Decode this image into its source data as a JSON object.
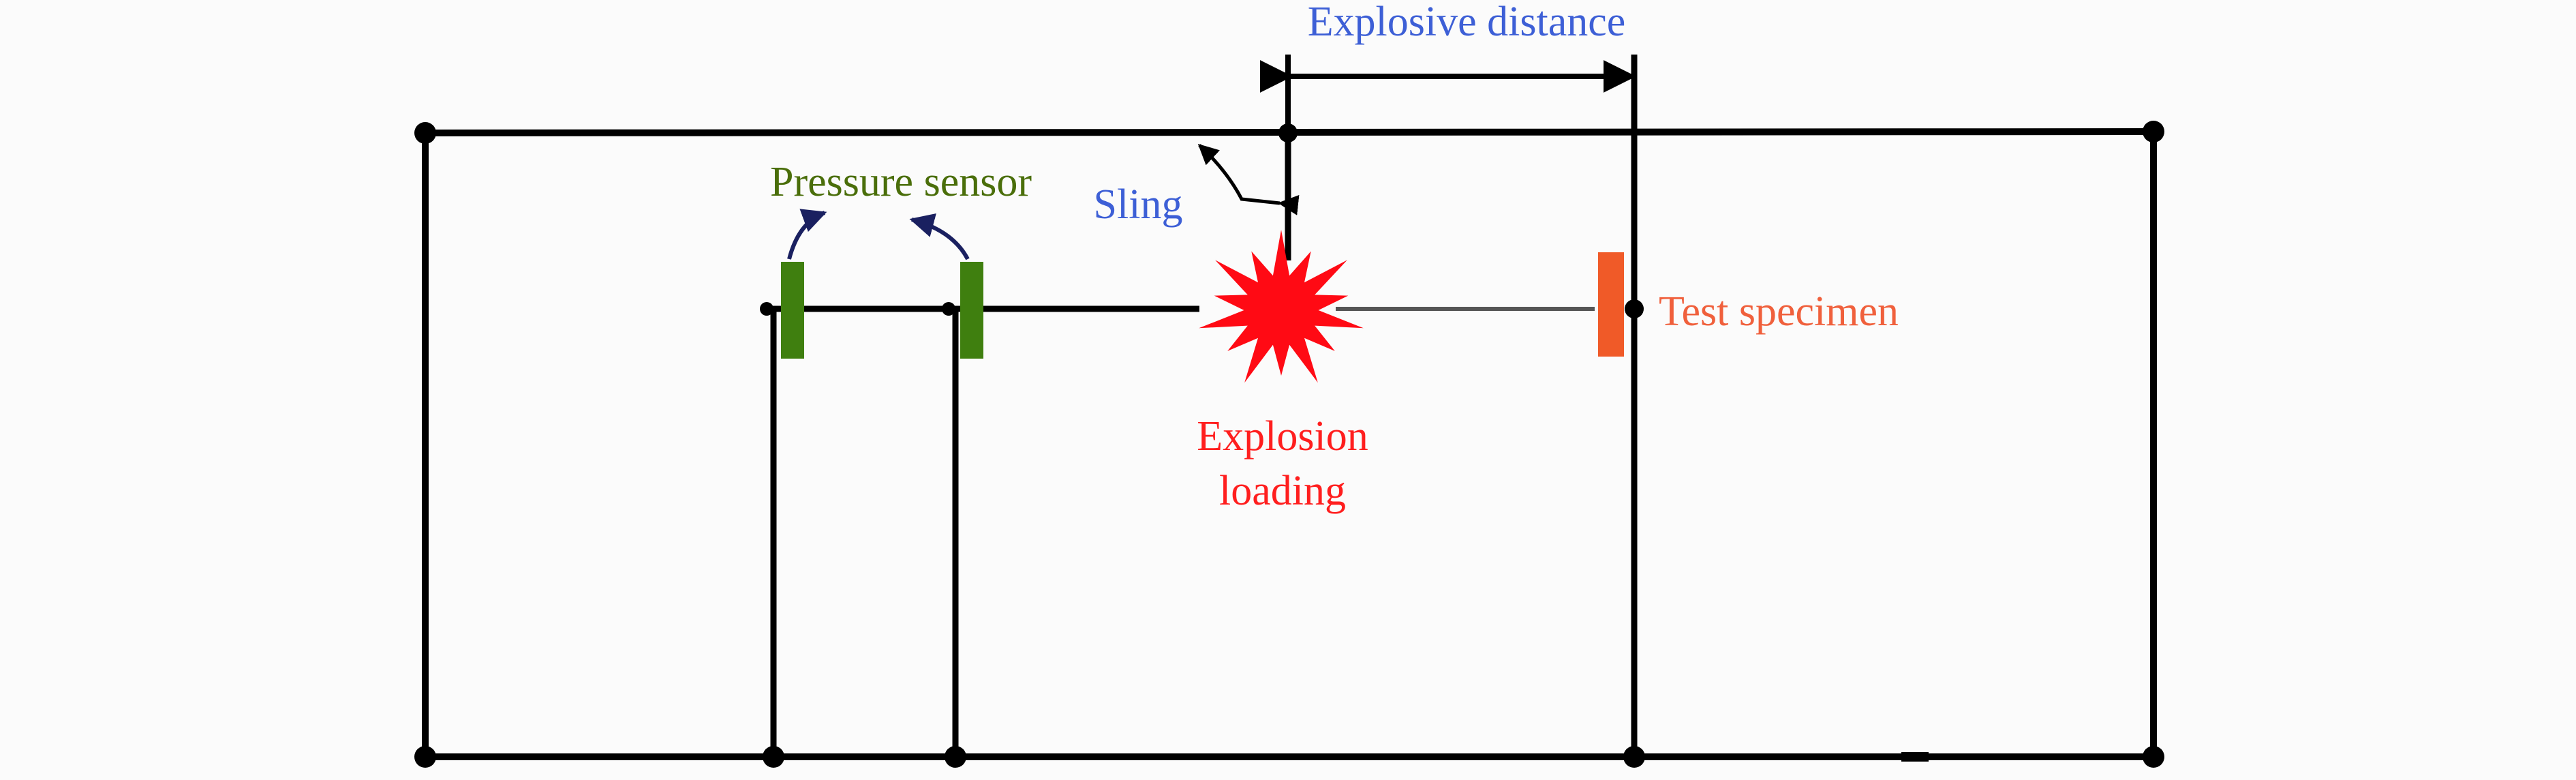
{
  "labels": {
    "explosive_distance": "Explosive distance",
    "pressure_sensor": "Pressure sensor",
    "sling": "Sling",
    "test_specimen": "Test specimen",
    "explosion_line1": "Explosion",
    "explosion_line2": "loading"
  },
  "colors": {
    "background": "#fbfbfb",
    "frame": "#000000",
    "label_blue": "#3d5fd6",
    "label_olive": "#4a6e0a",
    "label_red": "#ff1e1e",
    "label_orange": "#f0603c",
    "sensor_green": "#3f7f0f",
    "specimen_orange": "#f05a28",
    "explosion_red": "#ff0a14",
    "sensor_arrow": "#1a2060"
  }
}
